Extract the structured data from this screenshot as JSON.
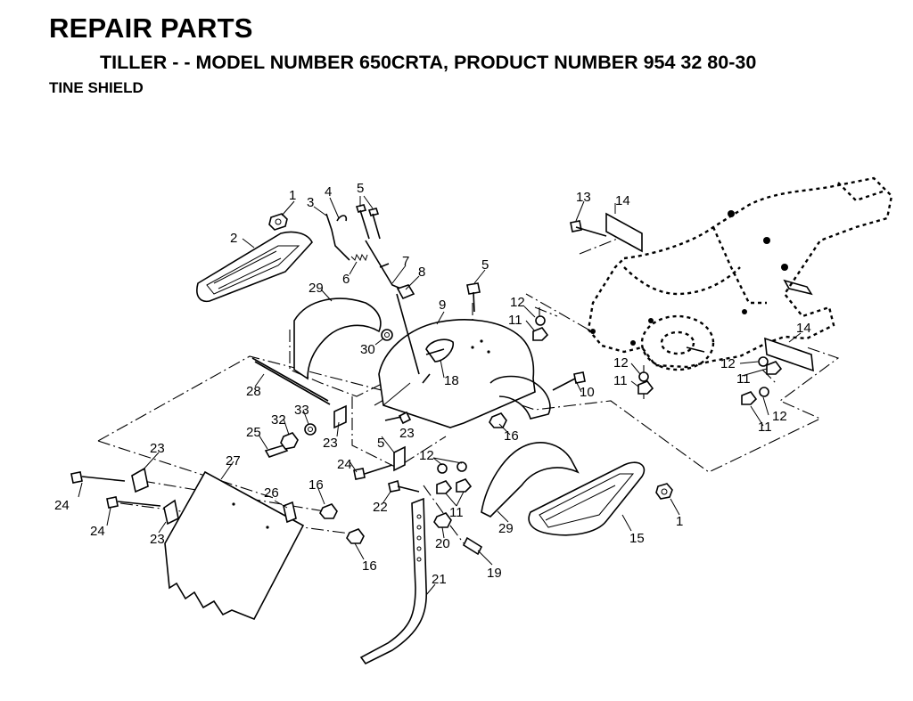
{
  "header": {
    "title": "REPAIR PARTS",
    "subtitle": "TILLER - - MODEL NUMBER 650CRTA, PRODUCT NUMBER 954 32 80-30",
    "section": "TINE SHIELD"
  },
  "callouts": [
    {
      "id": "c1a",
      "text": "1"
    },
    {
      "id": "c2",
      "text": "2"
    },
    {
      "id": "c3",
      "text": "3"
    },
    {
      "id": "c4",
      "text": "4"
    },
    {
      "id": "c5a",
      "text": "5"
    },
    {
      "id": "c6",
      "text": "6"
    },
    {
      "id": "c7",
      "text": "7"
    },
    {
      "id": "c8",
      "text": "8"
    },
    {
      "id": "c9",
      "text": "9"
    },
    {
      "id": "c5b",
      "text": "5"
    },
    {
      "id": "c29a",
      "text": "29"
    },
    {
      "id": "c30",
      "text": "30"
    },
    {
      "id": "c13",
      "text": "13"
    },
    {
      "id": "c14a",
      "text": "14"
    },
    {
      "id": "c12a",
      "text": "12"
    },
    {
      "id": "c11a",
      "text": "11"
    },
    {
      "id": "c12b",
      "text": "12"
    },
    {
      "id": "c11b",
      "text": "11"
    },
    {
      "id": "c14b",
      "text": "14"
    },
    {
      "id": "c12c",
      "text": "12"
    },
    {
      "id": "c11c",
      "text": "11"
    },
    {
      "id": "c12d",
      "text": "12"
    },
    {
      "id": "c11d",
      "text": "11"
    },
    {
      "id": "c28",
      "text": "28"
    },
    {
      "id": "c18",
      "text": "18"
    },
    {
      "id": "c10",
      "text": "10"
    },
    {
      "id": "c32",
      "text": "32"
    },
    {
      "id": "c33",
      "text": "33"
    },
    {
      "id": "c25",
      "text": "25"
    },
    {
      "id": "c23a",
      "text": "23"
    },
    {
      "id": "c5c",
      "text": "5"
    },
    {
      "id": "c23b",
      "text": "23"
    },
    {
      "id": "c16a",
      "text": "16"
    },
    {
      "id": "c23c",
      "text": "23"
    },
    {
      "id": "c27",
      "text": "27"
    },
    {
      "id": "c24a",
      "text": "24"
    },
    {
      "id": "c12e",
      "text": "12"
    },
    {
      "id": "c24b",
      "text": "24"
    },
    {
      "id": "c26",
      "text": "26"
    },
    {
      "id": "c16b",
      "text": "16"
    },
    {
      "id": "c11e",
      "text": "11"
    },
    {
      "id": "c22",
      "text": "22"
    },
    {
      "id": "c24c",
      "text": "24"
    },
    {
      "id": "c23d",
      "text": "23"
    },
    {
      "id": "c16c",
      "text": "16"
    },
    {
      "id": "c20",
      "text": "20"
    },
    {
      "id": "c29b",
      "text": "29"
    },
    {
      "id": "c15",
      "text": "15"
    },
    {
      "id": "c1b",
      "text": "1"
    },
    {
      "id": "c19",
      "text": "19"
    },
    {
      "id": "c21",
      "text": "21"
    }
  ]
}
